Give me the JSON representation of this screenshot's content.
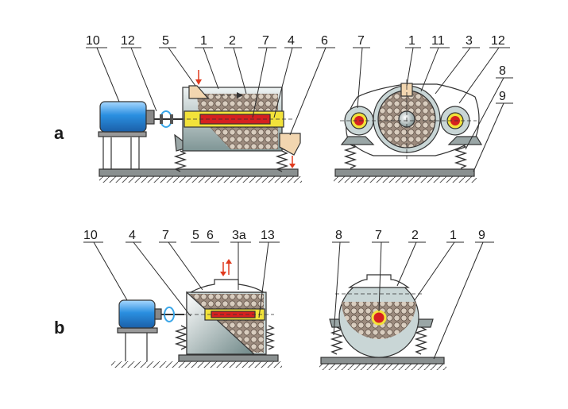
{
  "rows": [
    {
      "id": "a",
      "label": "a",
      "side_view_labels": [
        "10",
        "12",
        "5",
        "1",
        "2",
        "7",
        "4",
        "6"
      ],
      "end_view_labels": [
        "7",
        "1",
        "11",
        "3",
        "12",
        "8",
        "9"
      ]
    },
    {
      "id": "b",
      "label": "b",
      "side_view_labels": [
        "10",
        "4",
        "7",
        "5",
        "6",
        "3a",
        "13"
      ],
      "end_view_labels": [
        "8",
        "7",
        "2",
        "1",
        "9"
      ]
    }
  ],
  "colors": {
    "motor": "#2a8fe0",
    "heater_core": "#d62020",
    "heater_shell": "#f2e23a",
    "media": "#b8a898",
    "drum": "#c9d6d6",
    "arrow": "#e03a1e",
    "shaft_rotation": "#3aa6e8",
    "base": "#8a9090"
  }
}
